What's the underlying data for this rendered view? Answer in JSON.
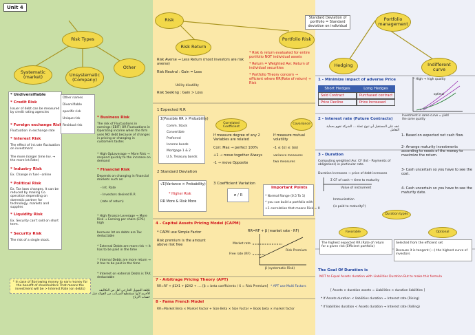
{
  "unit": "Unit 4",
  "risk_types": {
    "root": "Risk Types",
    "systematic": "Systematic (market)",
    "unsystematic": "Unsystematic (Company)",
    "other": "Other",
    "unsys_names": [
      "Other names",
      "Diversifiable",
      "specific risk",
      "Unique risk",
      "Residual risk"
    ],
    "list": [
      {
        "head": "* Undiversifiable",
        "body": ""
      },
      {
        "head": "* Credit Risk",
        "body": "Issuer of debt can be measured by credit rating agencies"
      },
      {
        "head": "* Foreign exchange Risk",
        "body": "Fluctuation in exchange rate"
      },
      {
        "head": "* Interest Risk",
        "body": "The effect of int.rate fluctuation on investment"
      },
      {
        "head": "",
        "body": "The more (longer time Inv. → the more Int.Rate)"
      },
      {
        "head": "* Industry Risk",
        "body": "Ex. Change in fuel - online"
      },
      {
        "head": "* Political Risk",
        "body": "Ex. Tax laws changes. It can be reduced by making Co. operation depending on domestic partner for technology, markets and supplies"
      },
      {
        "head": "* Liquidity Risk",
        "body": "Ex. Security can't sold on short term."
      },
      {
        "head": "* Security Risk",
        "body": "The risk of a single stock."
      }
    ],
    "business_head": "* Business Risk",
    "business_body": "The risk of Fluctuations in earnings (EBIT) OR Fluctuations in Operating income when the firm uses NO debt because of changes in pricing or changing in customers tastes",
    "business_note": "* High OpLeverage → More Risk → respond quickly to the increase on demand",
    "financial_head": "* Financial Risk",
    "financial_body": "Depends on changing in financial markets such as:",
    "financial_items": [
      "- Int. Rate",
      "- Investors desired R.R",
      "(rate of return)"
    ],
    "fin_leverage": "* High Finance Leverage → More Risk → Earning per share (EPS) high",
    "interest_debt": "because Int on debts are Tax deductable",
    "ext_debts_1": "* External Debts are more risk → it has to be paid in the time",
    "ext_debts_2": "* Internal Debts are more return → it has to be paid in the time",
    "int_external": "* Interest on external Debts is TAX deductable",
    "borrow_note": "* In case of Borrowing money to earn money for the benefit of shareholders That means the investment will be > Interest Rate (on debts)",
    "arabic_note": "تكلفة التمويل الخارجي اقل من التكاليف الأخرى لأنها تستقطع الضرائب من الفوائد قبل حساب الأرباح"
  },
  "risk": {
    "root": "Risk",
    "return": "Risk Return",
    "portfolio": "Portfolio Risk",
    "averse": "Risk Averse → Less Return (most investors are risk averse)",
    "neutral": "Risk Neutral : Gain = Loss",
    "utility": "Utility disutility",
    "seeking": "Risk Seeking : Gain > Loss",
    "port_notes": [
      "* Risk & return evaluated for entire portfolio NOT individual assets",
      "* Return = Weighted Avr. Return of individual securities",
      "* Portfolio Theory concern → efficient where RR(Rate of return) ÷ Risk"
    ],
    "expected_rr": "1  Expected R.R",
    "er_formula": "Σ(Possible RR × Probability)",
    "er_list": [
      "Comm. Stock",
      "Convertible",
      "Preferred",
      "Income bonds",
      "Mortgage 1 & 2",
      "U.S. Treasury bonds"
    ],
    "correlated": "Correlated Coefficient",
    "covariance": "Covariance",
    "corr_items": [
      "If measure degree of any 2 Variables are related",
      "Corr. Max → perfect 100%",
      "+1 → move together Always",
      "-1 → move Opposite"
    ],
    "cov_items": [
      "If measure mutual volatility",
      "-1 ≤ (x) ≤ (xs)",
      "variance measures",
      "two measures"
    ],
    "sd_head": "2  Standard Deviation",
    "sd_formula": "√Σ(Variance × Probability)",
    "sd_notes": [
      "* Higher Risk",
      "RR More & Risk More"
    ],
    "cv_head": "3  Coefficient Variation",
    "cv_formula": "σ / R",
    "important": "Important Points",
    "important_items": [
      "* Normal Range (0.5 To 1)",
      "* you can build a portfolio with",
      "+1 correlation that means Risk = 0"
    ],
    "capm_head": "4 - Capital Assets Pricing Model (CAPM)",
    "capm_1": "* CAPM use Simple Factor",
    "capm_2": "Risk premium is the amount above risk free",
    "capm_formula": "RR=RF + β (market rate - RF)",
    "market_rate": "Market rate",
    "free_rate": "Free rate (RF)",
    "premium": "Risk Premium",
    "beta_label": "β (systematic Risk)",
    "apt_head": "7 - Arbitrage Pricing Theory (APT)",
    "apt_formula": "RR=RF + β1X1 + β2X2 + .... [β = beta coefficients / X = Risk Premium]",
    "apt_note": "* APT use Multi Factors",
    "ff_head": "8 - Fama French Model",
    "ff_formula": "RR=Market Beta × Market Factor + Size Beta × Size Factor + Book beta × market factor",
    "sd_portfolio": "Standard Deviation of portfolio = Standard deviation on individual"
  },
  "portfolio": {
    "mgmt": "Portfolio management",
    "hedging": "Hedging",
    "indiff": "Indifferent curve",
    "min_head": "1 - Minimize impact of adverse Price",
    "short": "Short Hedges",
    "long": "Long Hedges",
    "rows": [
      [
        "Sold Contract",
        "Purchased contract"
      ],
      [
        "Price Decline",
        "Price Increased"
      ]
    ],
    "high": "* High → high quality",
    "optimal": "optimal",
    "curve_note": "Investment in same curve = yield the same quality",
    "ir_head": "2 - Interest rate (Future Contracts)",
    "ir_arabic": "عقد على المستقبل أي تنوع عملة ... الشركة تقوم بحماية التعامل",
    "duration_head": "3 - Duration",
    "duration_body": "Computing weighted Avr. CF (Int - Payments of obligations) in particular rate.",
    "duration_inc": "Duration Increases → price of debt increases",
    "cf": "Σ CF of cash → time to maturity",
    "value": "Value of instrument",
    "bullets": [
      "1- Based on expected net cash flow.",
      "2- Arrange maturity investments according to needs of the money to maximize the return.",
      "3- Cash uncertain so you have to see the cost.",
      "4- Cash uncertain so you have to see the maturity date."
    ],
    "imm": "Immunization",
    "paid_q": "(is paid to maturity?)",
    "types": [
      "Favorable",
      "Optional"
    ],
    "duration_types": "Duration types",
    "fav_text": "The highest expected RR (Rate of return for a given risk (Efficient portfolio)",
    "opt_text": "Selected from the efficient set",
    "opt_sub": "Because it is tangent (---) the highest curve of investors",
    "goal_head": "The Goal Of Duration is",
    "goal_1": "NOT to Equal Assets duration with Liabilities Duration But to make this formula",
    "goal_2": "[ Assets × duration assets = Liabilities × duration liabilities ]",
    "goal_3": "* If Assets duration < liabilities duration → Interest rate (Rising)",
    "goal_4": "* If liabilities duration < Assets duration → Interest rate (Falling)"
  },
  "colors": {
    "left": "#c9dfa6",
    "mid": "#fbe8a8",
    "right": "#eef0f8",
    "red": "#d0121b",
    "blue": "#1b3f9c"
  }
}
